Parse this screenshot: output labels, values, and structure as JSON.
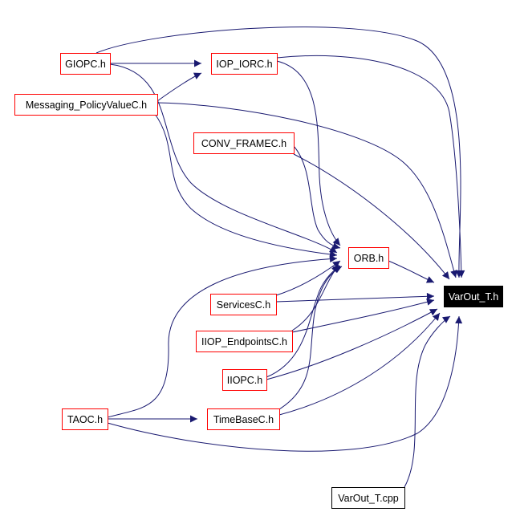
{
  "colors": {
    "background": "#ffffff",
    "edge": "#191970",
    "arrowhead": "#191970",
    "node_border_default": "#ff0000",
    "node_border_source": "#000000",
    "node_fill_default": "#ffffff",
    "node_fill_highlight": "#000000",
    "text_default": "#000000",
    "text_highlight": "#ffffff"
  },
  "nodes": [
    {
      "id": "giopc",
      "label": "GIOPC.h",
      "style": "normal"
    },
    {
      "id": "iop_iorc",
      "label": "IOP_IORC.h",
      "style": "normal"
    },
    {
      "id": "messaging",
      "label": "Messaging_PolicyValueC.h",
      "style": "normal"
    },
    {
      "id": "conv_framec",
      "label": "CONV_FRAMEC.h",
      "style": "normal"
    },
    {
      "id": "orb",
      "label": "ORB.h",
      "style": "normal"
    },
    {
      "id": "varout_t",
      "label": "VarOut_T.h",
      "style": "highlight"
    },
    {
      "id": "servicesc",
      "label": "ServicesC.h",
      "style": "normal"
    },
    {
      "id": "iiop_endpointsc",
      "label": "IIOP_EndpointsC.h",
      "style": "normal"
    },
    {
      "id": "iiopc",
      "label": "IIOPC.h",
      "style": "normal"
    },
    {
      "id": "taoc",
      "label": "TAOC.h",
      "style": "normal"
    },
    {
      "id": "timebasec",
      "label": "TimeBaseC.h",
      "style": "normal"
    },
    {
      "id": "varout_t_cpp",
      "label": "VarOut_T.cpp",
      "style": "source"
    }
  ],
  "edges": [
    {
      "from": "giopc",
      "to": "iop_iorc"
    },
    {
      "from": "giopc",
      "to": "orb"
    },
    {
      "from": "giopc",
      "to": "varout_t"
    },
    {
      "from": "messaging",
      "to": "iop_iorc"
    },
    {
      "from": "messaging",
      "to": "orb"
    },
    {
      "from": "messaging",
      "to": "varout_t"
    },
    {
      "from": "iop_iorc",
      "to": "orb"
    },
    {
      "from": "iop_iorc",
      "to": "varout_t"
    },
    {
      "from": "conv_framec",
      "to": "orb"
    },
    {
      "from": "conv_framec",
      "to": "varout_t"
    },
    {
      "from": "orb",
      "to": "varout_t"
    },
    {
      "from": "servicesc",
      "to": "orb"
    },
    {
      "from": "servicesc",
      "to": "varout_t"
    },
    {
      "from": "iiop_endpointsc",
      "to": "orb"
    },
    {
      "from": "iiop_endpointsc",
      "to": "varout_t"
    },
    {
      "from": "iiopc",
      "to": "orb"
    },
    {
      "from": "iiopc",
      "to": "varout_t"
    },
    {
      "from": "taoc",
      "to": "orb"
    },
    {
      "from": "taoc",
      "to": "timebasec"
    },
    {
      "from": "taoc",
      "to": "varout_t"
    },
    {
      "from": "timebasec",
      "to": "orb"
    },
    {
      "from": "timebasec",
      "to": "varout_t"
    },
    {
      "from": "varout_t_cpp",
      "to": "varout_t"
    }
  ]
}
